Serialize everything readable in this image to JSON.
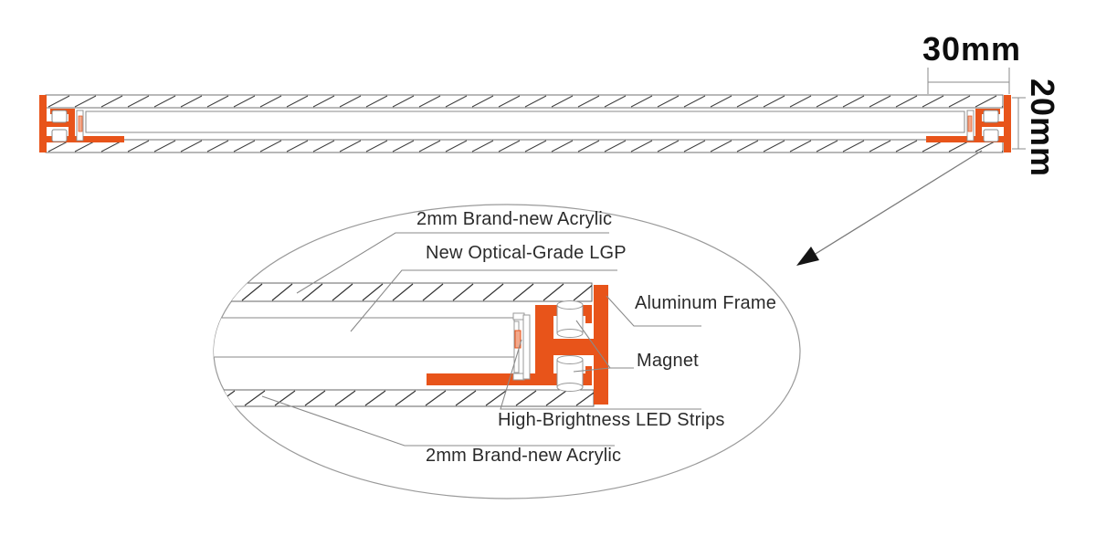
{
  "figure": {
    "type": "technical-cross-section-diagram",
    "subject": "magnetic LED light box edge profile"
  },
  "dimensions": {
    "width_label": "30mm",
    "height_label": "20mm"
  },
  "callouts": {
    "acrylic_top": "2mm Brand-new Acrylic",
    "lgp": "New Optical-Grade LGP",
    "aluminum_frame": "Aluminum Frame",
    "magnet": "Magnet",
    "led_strips": "High-Brightness LED Strips",
    "acrylic_bottom": "2mm Brand-new Acrylic"
  },
  "colors": {
    "frame_orange": "#E8541A",
    "led_fill": "#F2A98C",
    "line_gray": "#8a8a8a",
    "hatch_dark": "#3f3f3f",
    "text_dark": "#2b2b2b",
    "dimension_text": "#0d0d0d",
    "background": "#ffffff"
  }
}
